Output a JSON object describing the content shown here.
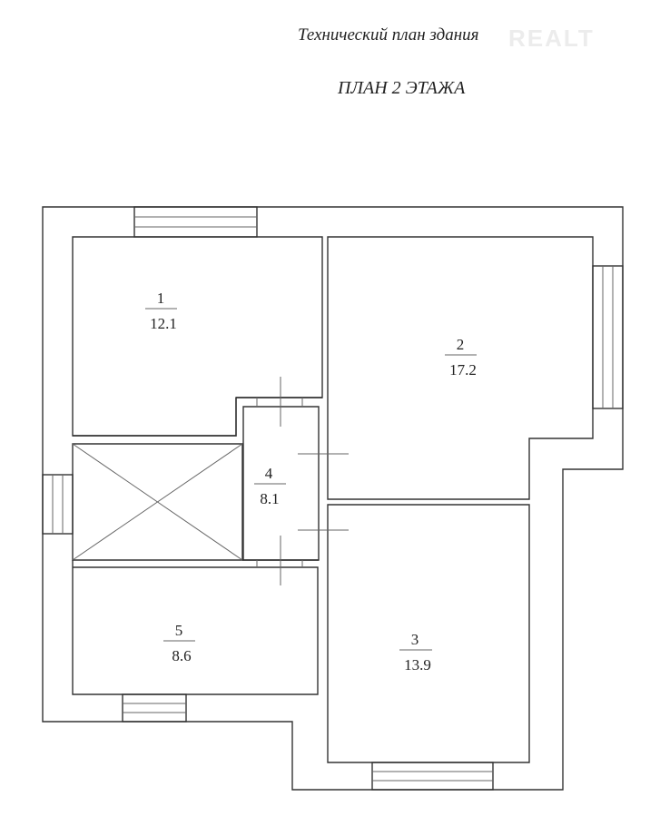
{
  "header": {
    "subtitle": "Технический план здания",
    "title": "ПЛАН 2 ЭТАЖА"
  },
  "watermark": "REALT",
  "rooms": [
    {
      "number": "1",
      "area": "12.1"
    },
    {
      "number": "2",
      "area": "17.2"
    },
    {
      "number": "3",
      "area": "13.9"
    },
    {
      "number": "4",
      "area": "8.1"
    },
    {
      "number": "5",
      "area": "8.6"
    }
  ]
}
